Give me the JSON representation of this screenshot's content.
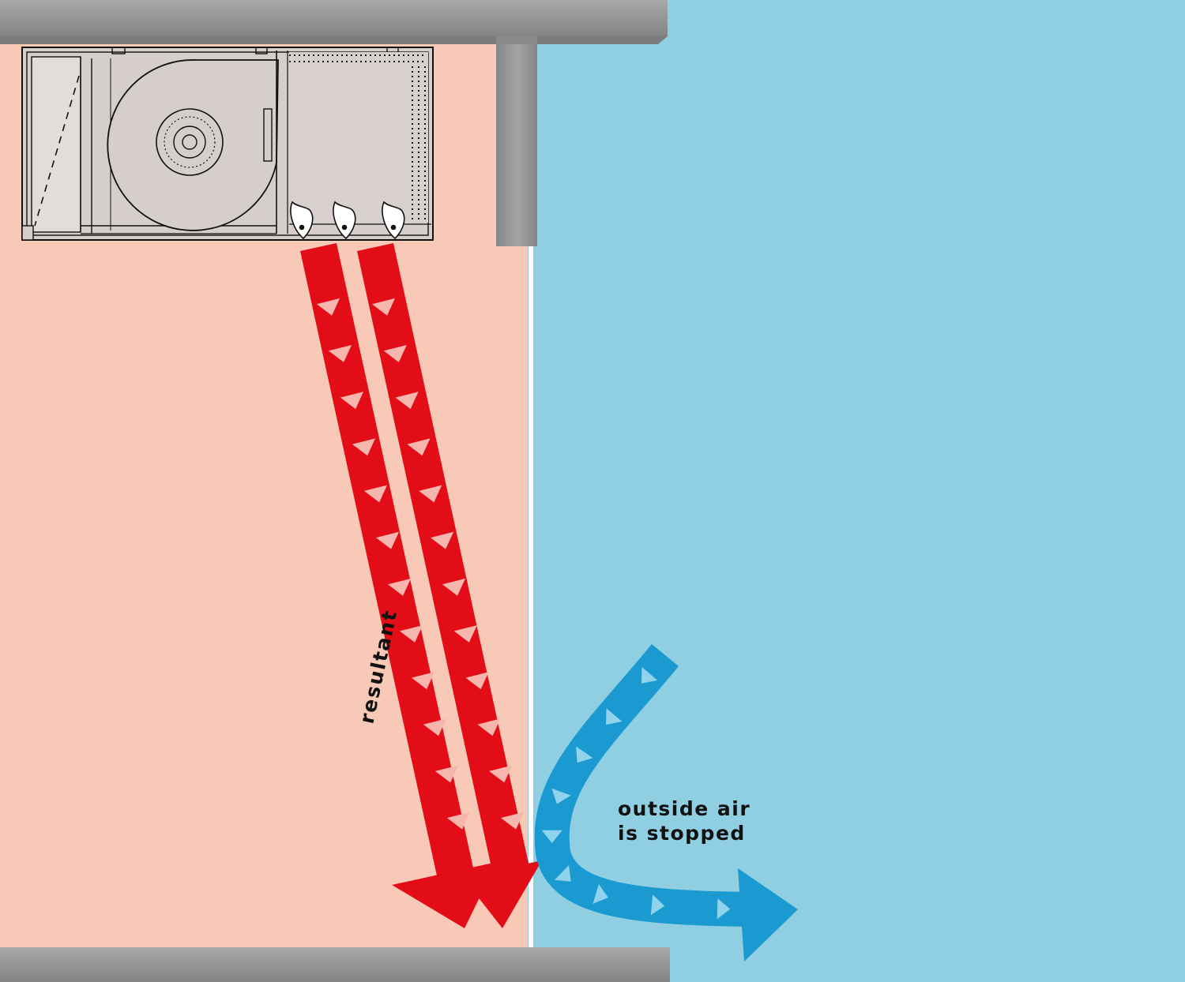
{
  "labels": {
    "resultant": "resultant",
    "outside_line1": "outside air",
    "outside_line2": "is stopped"
  },
  "colors": {
    "inside": "#f8c9b6",
    "outside": "#90cfe2",
    "wall": "#9a9b9d",
    "wall_dark": "#7e7f81",
    "unit_fill": "#d8d0cc",
    "warm_air": "#e30d18",
    "warm_air_chevron": "#f6b6ae",
    "cold_air": "#1a9ad0",
    "cold_air_chevron": "#8fd3ec"
  },
  "icons": {
    "unit": "air-curtain-unit-icon",
    "fan": "centrifugal-fan-icon",
    "louver": "louver-vane-icon"
  }
}
